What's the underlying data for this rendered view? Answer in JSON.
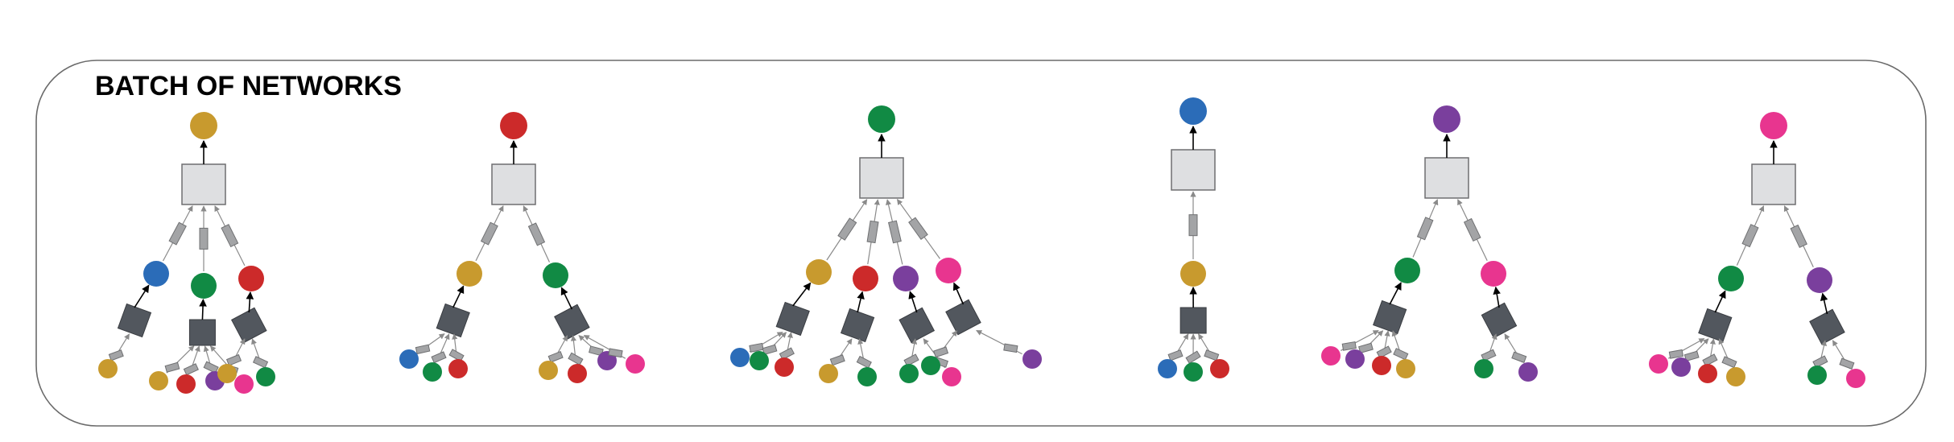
{
  "title": "BATCH OF NETWORKS",
  "colors": {
    "gold": "#c89a2e",
    "red": "#cc2a2a",
    "green": "#118a44",
    "blue": "#2b6cb8",
    "purple": "#7a3f9d",
    "pink": "#e8358f",
    "light_box": "#dedfe1",
    "dark_box": "#52575e",
    "chip": "#a3a4a6"
  },
  "networks": [
    {
      "root": "gold",
      "children": [
        {
          "color": "blue",
          "leaves": [
            "gold"
          ]
        },
        {
          "color": "green",
          "leaves": [
            "gold",
            "red",
            "purple",
            "pink"
          ]
        },
        {
          "color": "red",
          "leaves": [
            "gold",
            "green"
          ]
        }
      ]
    },
    {
      "root": "red",
      "children": [
        {
          "color": "gold",
          "leaves": [
            "blue",
            "green",
            "red"
          ]
        },
        {
          "color": "green",
          "leaves": [
            "gold",
            "red",
            "purple",
            "pink"
          ]
        }
      ]
    },
    {
      "root": "green",
      "children": [
        {
          "color": "gold",
          "leaves": [
            "blue",
            "green",
            "red"
          ]
        },
        {
          "color": "red",
          "leaves": [
            "gold",
            "green"
          ]
        },
        {
          "color": "purple",
          "leaves": [
            "green",
            "pink"
          ]
        },
        {
          "color": "pink",
          "leaves": [
            "green",
            "purple"
          ]
        }
      ]
    },
    {
      "root": "blue",
      "children": [
        {
          "color": "gold",
          "leaves": [
            "blue",
            "green",
            "red"
          ]
        }
      ]
    },
    {
      "root": "purple",
      "children": [
        {
          "color": "green",
          "leaves": [
            "pink",
            "purple",
            "red",
            "gold"
          ]
        },
        {
          "color": "pink",
          "leaves": [
            "green",
            "purple"
          ]
        }
      ]
    },
    {
      "root": "pink",
      "children": [
        {
          "color": "green",
          "leaves": [
            "pink",
            "purple",
            "red",
            "gold"
          ]
        },
        {
          "color": "purple",
          "leaves": [
            "green",
            "pink"
          ]
        }
      ]
    }
  ]
}
